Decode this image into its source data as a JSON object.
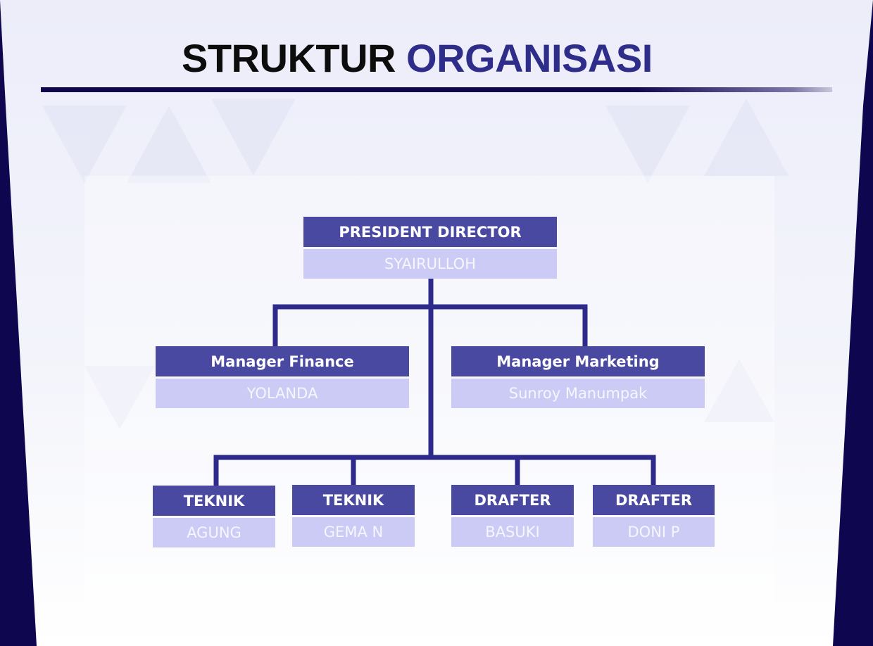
{
  "title": {
    "part1": "STRUKTUR",
    "part2": "ORGANISASI"
  },
  "org": {
    "president": {
      "role": "PRESIDENT DIRECTOR",
      "name": "SYAIRULLOH"
    },
    "managers": [
      {
        "role": "Manager Finance",
        "name": "YOLANDA"
      },
      {
        "role": "Manager Marketing",
        "name": "Sunroy Manumpak"
      }
    ],
    "staff": [
      {
        "role": "TEKNIK",
        "name": "AGUNG"
      },
      {
        "role": "TEKNIK",
        "name": "GEMA N"
      },
      {
        "role": "DRAFTER",
        "name": "BASUKI"
      },
      {
        "role": "DRAFTER",
        "name": "DONI P"
      }
    ]
  },
  "colors": {
    "frame": "#0f0650",
    "connector": "#2e2a8c",
    "role_bg": "#4a49a1",
    "name_bg": "#cccbf5",
    "title_accent": "#2e2d8a"
  }
}
